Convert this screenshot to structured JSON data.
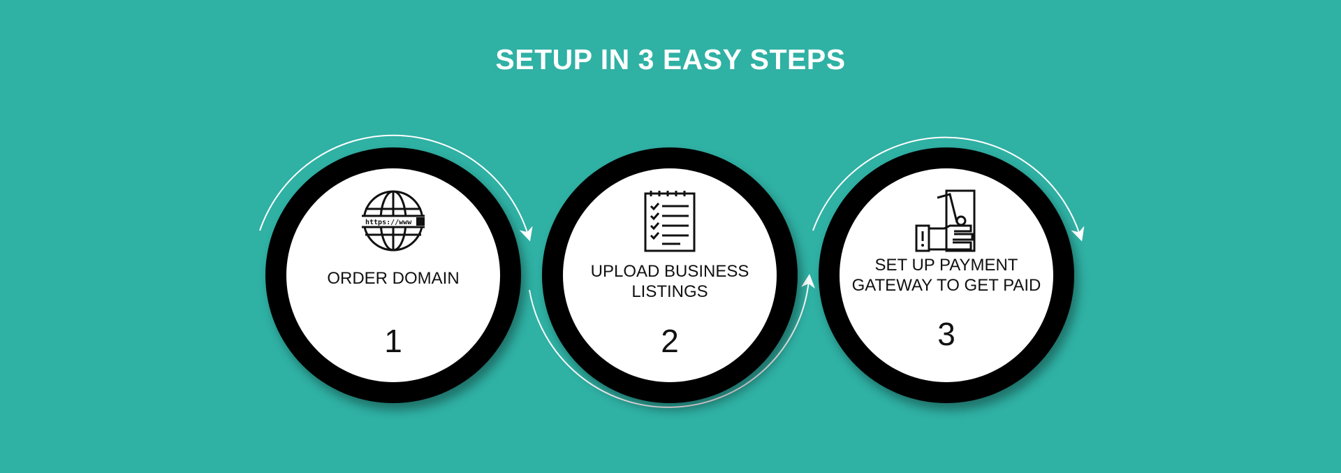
{
  "title": "SETUP IN 3 EASY STEPS",
  "steps": [
    {
      "label": "ORDER DOMAIN",
      "number": "1",
      "icon": "globe-www-icon",
      "icon_text": "https://www"
    },
    {
      "label": "UPLOAD BUSINESS LISTINGS",
      "number": "2",
      "icon": "checklist-icon"
    },
    {
      "label": "SET UP PAYMENT GATEWAY TO GET PAID",
      "number": "3",
      "icon": "hand-money-icon"
    }
  ],
  "colors": {
    "background": "#2fb1a4",
    "ring": "#000000",
    "fill": "#ffffff"
  }
}
